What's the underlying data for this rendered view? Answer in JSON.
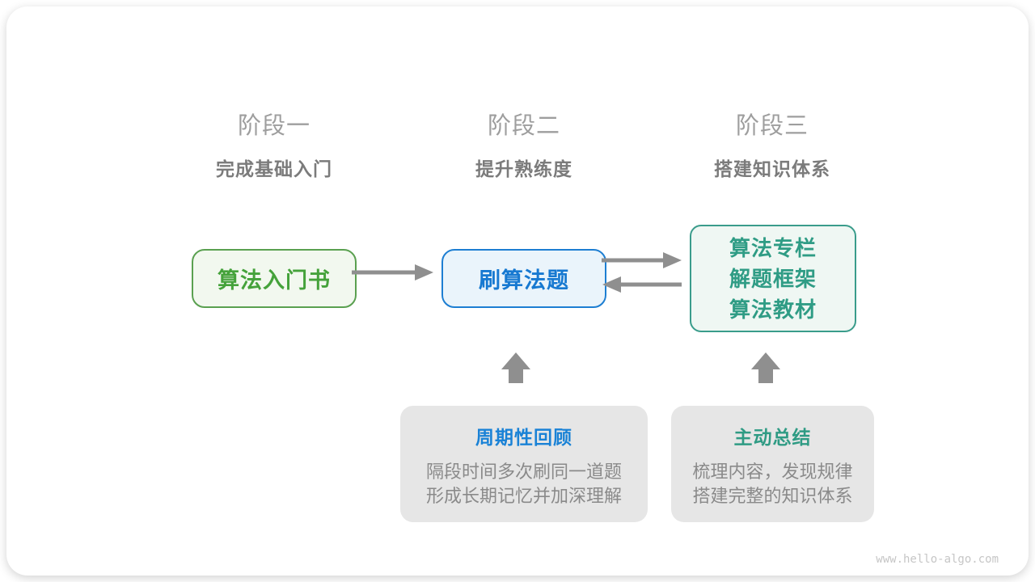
{
  "stages": [
    {
      "title": "阶段一",
      "subtitle": "完成基础入门"
    },
    {
      "title": "阶段二",
      "subtitle": "提升熟练度"
    },
    {
      "title": "阶段三",
      "subtitle": "搭建知识体系"
    }
  ],
  "nodes": {
    "intro_book": {
      "label": "算法入门书"
    },
    "practice": {
      "label": "刷算法题"
    },
    "resources": {
      "lines": [
        "算法专栏",
        "解题框架",
        "算法教材"
      ]
    }
  },
  "notes": [
    {
      "title": "周期性回顾",
      "lines": [
        "隔段时间多次刷同一道题",
        "形成长期记忆并加深理解"
      ]
    },
    {
      "title": "主动总结",
      "lines": [
        "梳理内容，发现规律",
        "搭建完整的知识体系"
      ]
    }
  ],
  "watermark": "www.hello-algo.com",
  "colors": {
    "node_intro_border": "#5aa050",
    "node_intro_bg": "#f2f8ef",
    "node_intro_text": "#45a23b",
    "node_practice_border": "#1d7ed2",
    "node_practice_bg": "#eaf4fb",
    "node_practice_text": "#1779d1",
    "node_resources_border": "#3a9c8b",
    "node_resources_bg": "#eff7f3",
    "node_resources_text": "#2f9c85",
    "note_bg": "#e6e6e6",
    "note_title_blue": "#1a82d6",
    "note_title_teal": "#2f9b84",
    "note_body_text": "#8a8a8a",
    "stage_title_text": "#9e9e9e",
    "stage_subtitle_text": "#7b7b7b",
    "arrow": "#8f8f8f",
    "watermark_text": "#c6c6c6"
  }
}
